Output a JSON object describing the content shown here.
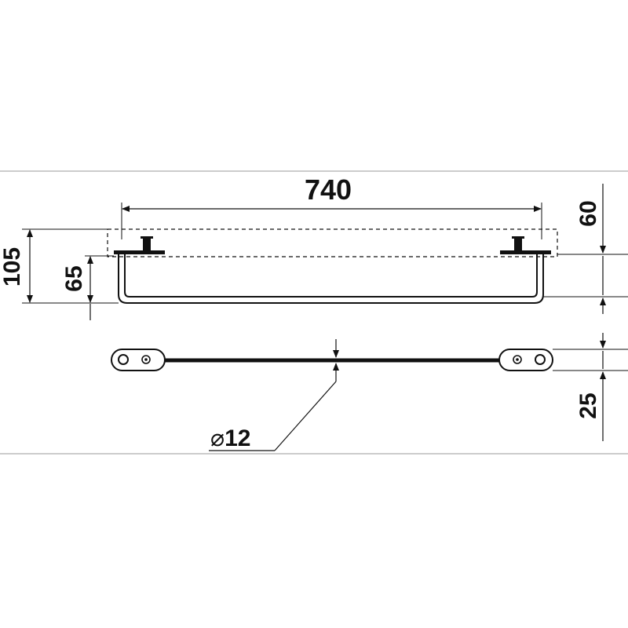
{
  "dimensions": {
    "overall_width": "740",
    "total_height": "105",
    "bar_height": "65",
    "wall_offset": "60",
    "bracket_depth": "25",
    "tube_diameter": "12"
  },
  "symbols": {
    "diameter": "⌀"
  },
  "colors": {
    "line": "#111111",
    "background": "#ffffff",
    "frame": "#999999"
  }
}
